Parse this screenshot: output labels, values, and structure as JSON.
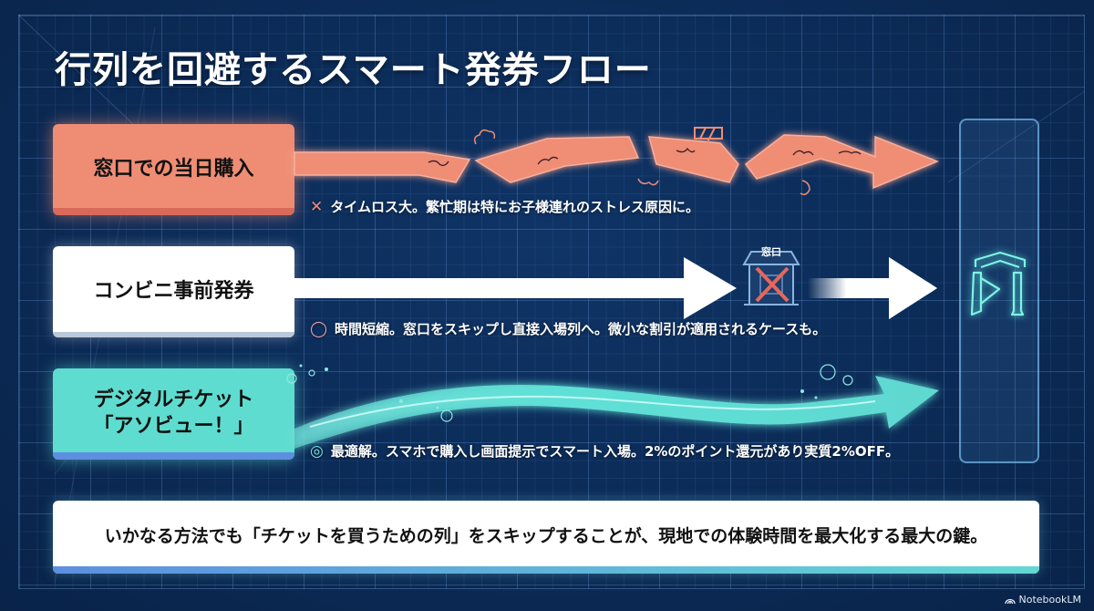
{
  "title": "行列を回避するスマート発券フロー",
  "rows": [
    {
      "label": "窓口での当日購入",
      "mark": "✕",
      "description": "タイムロス大。繁忙期は特にお子様連れのストレス原因に。",
      "color": "#ef8d74",
      "arrow_style": "broken"
    },
    {
      "label": "コンビニ事前発券",
      "mark": "◯",
      "description": "時間短縮。窓口をスキップし直接入場列へ。微小な割引が適用されるケースも。",
      "color": "#ffffff",
      "arrow_style": "skip-window",
      "skipped_sign": "窓口"
    },
    {
      "label_line1": "デジタルチケット",
      "label_line2": "「アソビュー！」",
      "mark": "◎",
      "description": "最適解。スマホで購入し画面提示でスマート入場。2%のポイント還元があり実質2%OFF。",
      "color": "#5fdcd0",
      "arrow_style": "smooth-flow"
    }
  ],
  "destination": {
    "icon": "entrance-gate-icon"
  },
  "summary": "いかなる方法でも「チケットを買うための列」をスキップすることが、現地での体験時間を最大化する最大の鍵。",
  "watermark": "NotebookLM",
  "colors": {
    "background": "#0b2750",
    "accent_red": "#ef8d74",
    "accent_teal": "#5fdcd0",
    "accent_blue": "#5d8fe0"
  }
}
